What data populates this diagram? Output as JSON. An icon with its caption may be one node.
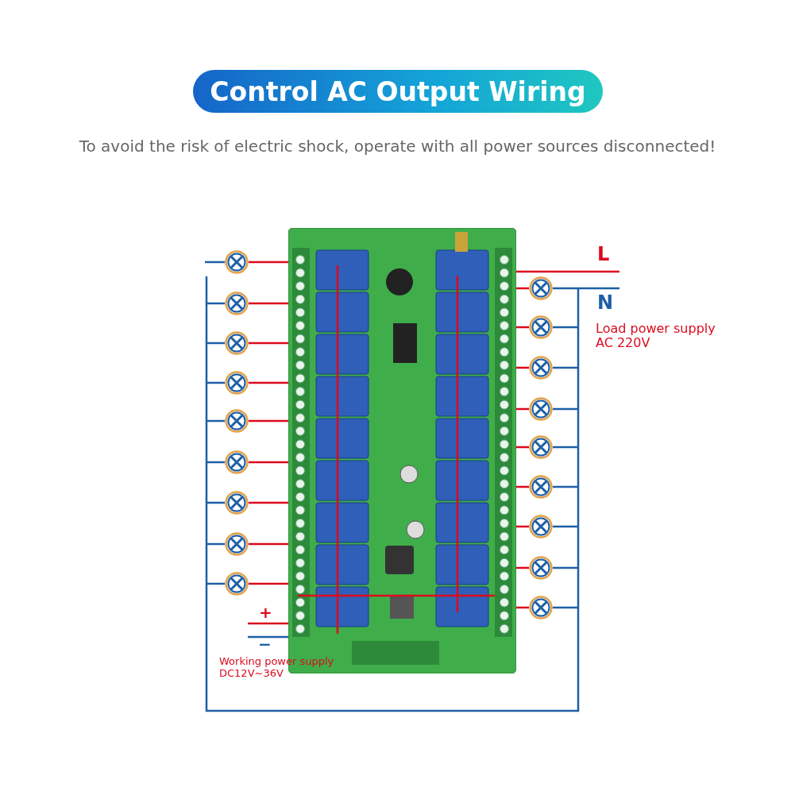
{
  "diagram": {
    "title": "Control AC Output Wiring",
    "caption": "To avoid the risk of electric shock, operate with all power sources disconnected!",
    "nodes": [
      {
        "text": [],
        "shape": "picture"
      },
      {
        "text": [],
        "shape": "circle"
      },
      {
        "text": [],
        "shape": "circle"
      },
      {
        "text": [],
        "shape": "circle"
      },
      {
        "text": [],
        "shape": "circle"
      },
      {
        "text": [],
        "shape": "circle"
      },
      {
        "text": [],
        "shape": "circle"
      },
      {
        "text": [],
        "shape": "circle"
      },
      {
        "text": [],
        "shape": "circle"
      },
      {
        "text": [],
        "shape": "circle"
      },
      {
        "text": [],
        "shape": "circle"
      },
      {
        "text": [],
        "shape": "circle"
      },
      {
        "text": [],
        "shape": "circle"
      },
      {
        "text": [],
        "shape": "circle"
      },
      {
        "text": [],
        "shape": "circle"
      },
      {
        "text": [],
        "shape": "circle"
      },
      {
        "text": [],
        "shape": "circle"
      },
      {
        "text": [],
        "shape": "circle"
      },
      {
        "text": [],
        "shape": "circle"
      }
    ],
    "edges": [
      {
        "from": 1,
        "to": 0,
        "arrow": "none"
      },
      {
        "from": 2,
        "to": 0,
        "arrow": "none"
      },
      {
        "from": 3,
        "to": 0,
        "arrow": "none"
      },
      {
        "from": 4,
        "to": 0,
        "arrow": "none"
      },
      {
        "from": 5,
        "to": 0,
        "arrow": "none"
      },
      {
        "from": 6,
        "to": 0,
        "arrow": "none"
      },
      {
        "from": 7,
        "to": 0,
        "arrow": "none"
      },
      {
        "from": 8,
        "to": 0,
        "arrow": "none"
      },
      {
        "from": 9,
        "to": 0,
        "arrow": "none"
      },
      {
        "from": 10,
        "to": 0,
        "arrow": "none"
      },
      {
        "from": 11,
        "to": 0,
        "arrow": "none"
      },
      {
        "from": 12,
        "to": 0,
        "arrow": "none"
      },
      {
        "from": 13,
        "to": 0,
        "arrow": "none"
      },
      {
        "from": 14,
        "to": 0,
        "arrow": "none"
      },
      {
        "from": 15,
        "to": 0,
        "arrow": "none"
      },
      {
        "from": 16,
        "to": 0,
        "arrow": "none"
      },
      {
        "from": 17,
        "to": 0,
        "arrow": "none"
      },
      {
        "from": 18,
        "to": 0,
        "arrow": "none"
      }
    ],
    "labels": [
      "L",
      "N",
      "Load power supply AC 220V",
      "+",
      "−",
      "Working power supply DC12V~36V"
    ]
  }
}
